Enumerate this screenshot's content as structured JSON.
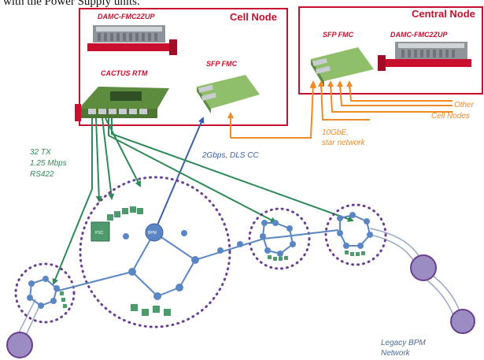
{
  "caption": "with the Power Supply units.",
  "cell_node": {
    "title": "Cell Node",
    "damc_label": "DAMC-FMC2ZUP",
    "cactus_label": "CACTUS RTM",
    "sfp_label": "SFP FMC"
  },
  "central_node": {
    "title": "Central Node",
    "sfp_label": "SFP FMC",
    "damc_label": "DAMC-FMC2ZUP"
  },
  "links": {
    "tx_line1": "32 TX",
    "tx_line2": "1.25 Mbps",
    "tx_line3": "RS422",
    "dls_cc": "2Gbps, DLS CC",
    "gbe_line1": "10GbE,",
    "gbe_line2": "star network",
    "other_line1": "Other",
    "other_line2": "Cell Nodes",
    "legacy_line1": "Legacy BPM",
    "legacy_line2": "Network"
  },
  "devices": {
    "psc": "PSC",
    "bpm": "BPM"
  },
  "colors": {
    "red": "#c8102e",
    "green": "#2f8a57",
    "blue": "#3a5fa8",
    "orange": "#f08a24",
    "purple": "#6b3f8f",
    "node_blue": "#5b86c4",
    "lilac": "#9b8cc4"
  }
}
